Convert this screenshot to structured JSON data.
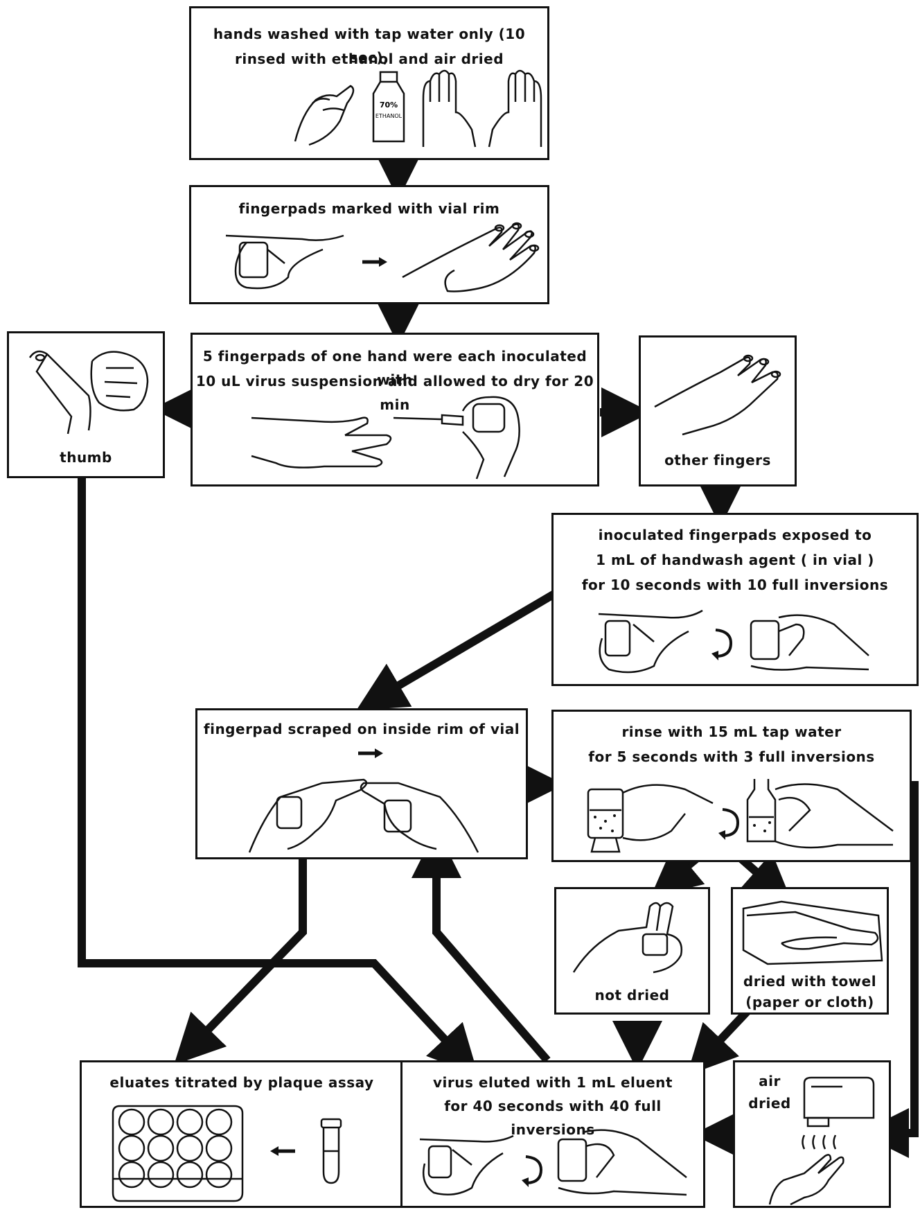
{
  "steps": {
    "wash": {
      "line1": "hands washed with tap water only (10 sec),",
      "line2": "rinsed with ethanol and air dried",
      "bottle_label_1": "70%",
      "bottle_label_2": "ETHANOL"
    },
    "mark": {
      "line1": "fingerpads marked with vial rim"
    },
    "inoculate": {
      "line1": "5 fingerpads of one hand were each inoculated with",
      "line2": "10 uL virus suspension and allowed to dry for 20 min"
    },
    "thumb": {
      "label": "thumb"
    },
    "other": {
      "label": "other fingers"
    },
    "expose": {
      "line1": "inoculated fingerpads exposed to",
      "line2": "1 mL of handwash agent ( in vial )",
      "line3": "for 10 seconds with 10 full inversions"
    },
    "scrape": {
      "line1": "fingerpad scraped on inside rim of vial"
    },
    "rinse": {
      "line1": "rinse with 15 mL tap water",
      "line2": "for 5 seconds with 3 full inversions"
    },
    "not_dried": {
      "label": "not dried"
    },
    "towel": {
      "line1": "dried with towel",
      "line2": "(paper or cloth)"
    },
    "eluates": {
      "line1": "eluates titrated by plaque assay"
    },
    "elute": {
      "line1": "virus eluted with 1 mL eluent",
      "line2": "for 40 seconds with 40 full inversions"
    },
    "air": {
      "line1": "air",
      "line2": "dried"
    }
  },
  "colors": {
    "ink": "#111111",
    "paper": "#ffffff"
  },
  "icons": [
    "hands-wash-icon",
    "ethanol-bottle-icon",
    "vial-hand-icon",
    "open-hand-icon",
    "pipette-icon",
    "plaque-plate-icon",
    "tube-icon",
    "hand-dryer-icon",
    "towel-icon",
    "inversion-icon"
  ]
}
